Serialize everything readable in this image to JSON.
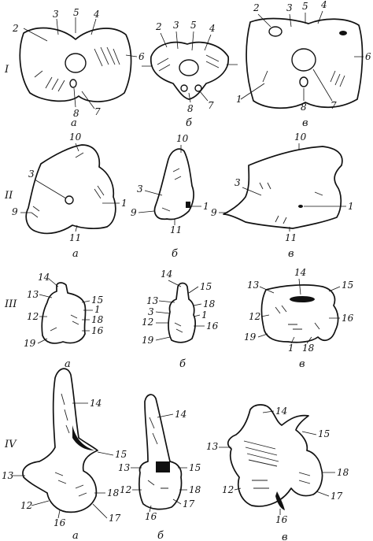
{
  "rows": [
    {
      "id": "I",
      "label": "I",
      "panels": [
        {
          "caption": "а",
          "labels": [
            "2",
            "3",
            "5",
            "4",
            "6",
            "7",
            "8"
          ]
        },
        {
          "caption": "б",
          "labels": [
            "2",
            "3",
            "5",
            "4",
            "8",
            "7"
          ]
        },
        {
          "caption": "в",
          "labels": [
            "2",
            "3",
            "5",
            "4",
            "6",
            "1",
            "8",
            "7"
          ]
        }
      ]
    },
    {
      "id": "II",
      "label": "II",
      "panels": [
        {
          "caption": "а",
          "labels": [
            "10",
            "3",
            "9",
            "1",
            "11"
          ]
        },
        {
          "caption": "б",
          "labels": [
            "10",
            "3",
            "9",
            "1",
            "11"
          ]
        },
        {
          "caption": "в",
          "labels": [
            "10",
            "3",
            "9",
            "1",
            "11"
          ]
        }
      ]
    },
    {
      "id": "III",
      "label": "III",
      "panels": [
        {
          "caption": "а",
          "labels": [
            "14",
            "13",
            "15",
            "12",
            "1",
            "18",
            "16",
            "19"
          ]
        },
        {
          "caption": "б",
          "labels": [
            "14",
            "15",
            "13",
            "18",
            "3",
            "1",
            "12",
            "16",
            "19"
          ]
        },
        {
          "caption": "в",
          "labels": [
            "14",
            "13",
            "15",
            "12",
            "16",
            "19",
            "1",
            "18"
          ]
        }
      ]
    },
    {
      "id": "IV",
      "label": "IV",
      "panels": [
        {
          "caption": "а",
          "labels": [
            "14",
            "15",
            "13",
            "18",
            "12",
            "17",
            "16"
          ]
        },
        {
          "caption": "б",
          "labels": [
            "14",
            "15",
            "13",
            "12",
            "18",
            "17",
            "16"
          ]
        },
        {
          "caption": "в",
          "labels": [
            "14",
            "15",
            "13",
            "18",
            "12",
            "17",
            "16"
          ]
        }
      ]
    }
  ]
}
